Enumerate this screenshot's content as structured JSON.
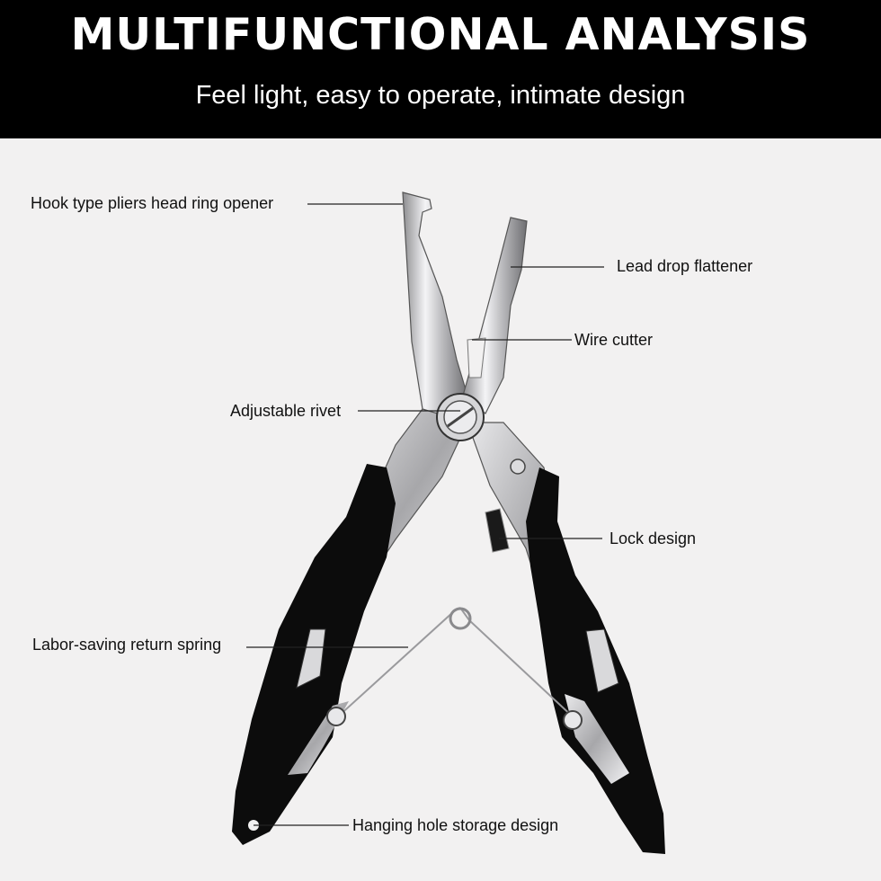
{
  "header": {
    "title": "MULTIFUNCTIONAL ANALYSIS",
    "subtitle": "Feel light, easy to operate, intimate design"
  },
  "callouts": {
    "hook_opener": "Hook type pliers head ring opener",
    "lead_flattener": "Lead drop flattener",
    "wire_cutter": "Wire cutter",
    "adjustable_rivet": "Adjustable rivet",
    "lock_design": "Lock design",
    "return_spring": "Labor-saving return spring",
    "hanging_hole": "Hanging hole storage design"
  },
  "colors": {
    "header_bg": "#000000",
    "background": "#f2f1f1",
    "handle": "#0c0c0c",
    "steel": "#c9c9cb"
  }
}
